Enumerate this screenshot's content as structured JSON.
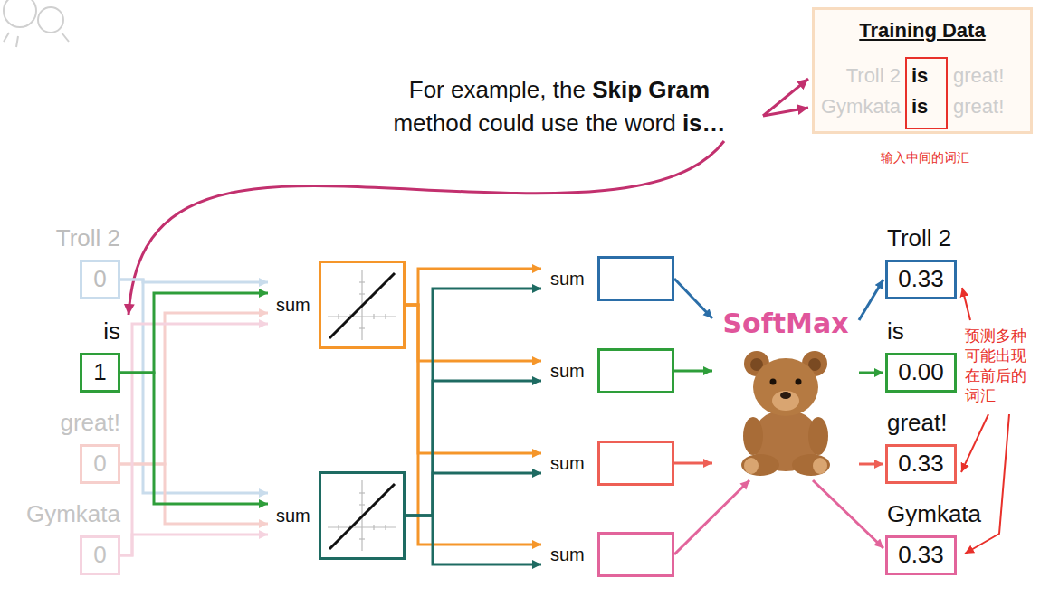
{
  "diagram": {
    "nodes": [
      {
        "text": [
          "Training Data",
          "Troll 2",
          "is",
          "great!",
          "Gymkata",
          "is",
          "great!"
        ]
      },
      {
        "text": [
          "Troll 2",
          "0"
        ]
      },
      {
        "text": [
          "is",
          "1"
        ]
      },
      {
        "text": [
          "great!",
          "0"
        ]
      },
      {
        "text": [
          "Gymkata",
          "0"
        ]
      },
      {
        "text": [
          "sum"
        ]
      },
      {
        "text": [
          "sum"
        ]
      },
      {
        "text": [
          "sum"
        ]
      },
      {
        "text": [
          "sum"
        ]
      },
      {
        "text": [
          "sum"
        ]
      },
      {
        "text": [
          "sum"
        ]
      },
      {
        "text": [
          "SoftMax"
        ]
      },
      {
        "text": [
          "Troll 2",
          "0.33"
        ]
      },
      {
        "text": [
          "is",
          "0.00"
        ]
      },
      {
        "text": [
          "great!",
          "0.33"
        ]
      },
      {
        "text": [
          "Gymkata",
          "0.33"
        ]
      }
    ],
    "edges": [
      {
        "from": 1,
        "to": 5,
        "arrow": "to"
      },
      {
        "from": 1,
        "to": 6,
        "arrow": "to"
      },
      {
        "from": 2,
        "to": 5,
        "arrow": "to"
      },
      {
        "from": 2,
        "to": 6,
        "arrow": "to"
      },
      {
        "from": 3,
        "to": 5,
        "arrow": "to"
      },
      {
        "from": 3,
        "to": 6,
        "arrow": "to"
      },
      {
        "from": 4,
        "to": 5,
        "arrow": "to"
      },
      {
        "from": 4,
        "to": 6,
        "arrow": "to"
      },
      {
        "from": 5,
        "to": 7,
        "arrow": "to"
      },
      {
        "from": 5,
        "to": 8,
        "arrow": "to"
      },
      {
        "from": 5,
        "to": 9,
        "arrow": "to"
      },
      {
        "from": 5,
        "to": 10,
        "arrow": "to"
      },
      {
        "from": 6,
        "to": 7,
        "arrow": "to"
      },
      {
        "from": 6,
        "to": 8,
        "arrow": "to"
      },
      {
        "from": 6,
        "to": 9,
        "arrow": "to"
      },
      {
        "from": 6,
        "to": 10,
        "arrow": "to"
      },
      {
        "from": 7,
        "to": 11,
        "arrow": "to"
      },
      {
        "from": 8,
        "to": 11,
        "arrow": "to"
      },
      {
        "from": 9,
        "to": 11,
        "arrow": "to"
      },
      {
        "from": 10,
        "to": 11,
        "arrow": "to"
      },
      {
        "from": 11,
        "to": 12,
        "arrow": "to"
      },
      {
        "from": 11,
        "to": 13,
        "arrow": "to"
      },
      {
        "from": 11,
        "to": 14,
        "arrow": "to"
      },
      {
        "from": 11,
        "to": 15,
        "arrow": "to"
      }
    ],
    "labels": [
      "For example, the",
      "Skip Gram",
      "method could use the word",
      "is…",
      "输入中间的词汇",
      "预测多种可能出现在前后的词汇"
    ]
  }
}
